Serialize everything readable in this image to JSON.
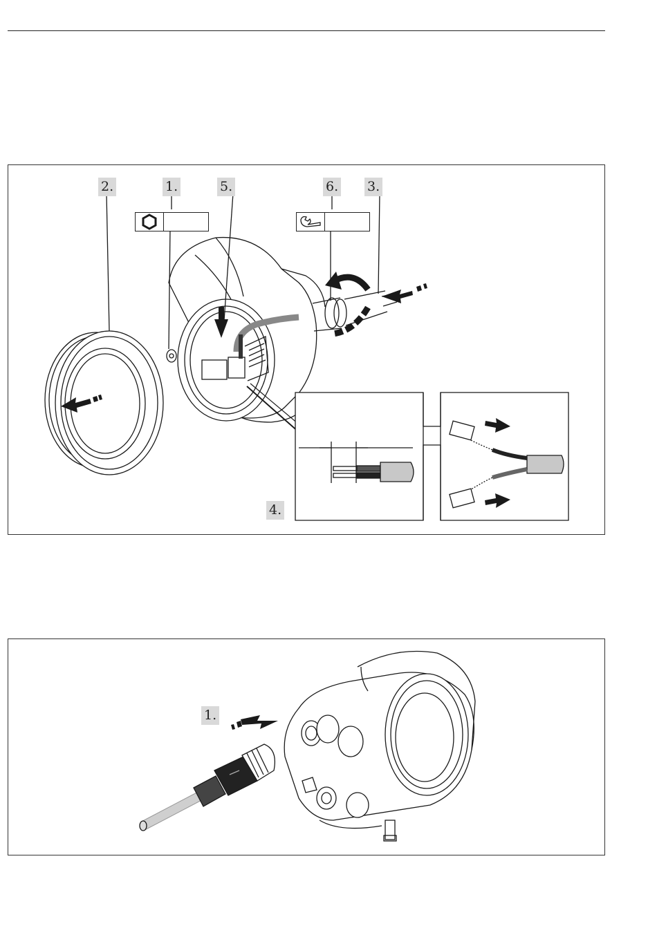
{
  "figure1": {
    "steps": [
      "2.",
      "1.",
      "5.",
      "6.",
      "3.",
      "4."
    ],
    "tool_icons": [
      "hex-key-icon",
      "wrench-icon"
    ]
  },
  "figure2": {
    "steps": [
      "1."
    ]
  },
  "colors": {
    "line": "#1a1a1a",
    "step_bg": "#d9d9d9",
    "cable_grey": "#bfbfbf",
    "wire_dark": "#333333"
  }
}
